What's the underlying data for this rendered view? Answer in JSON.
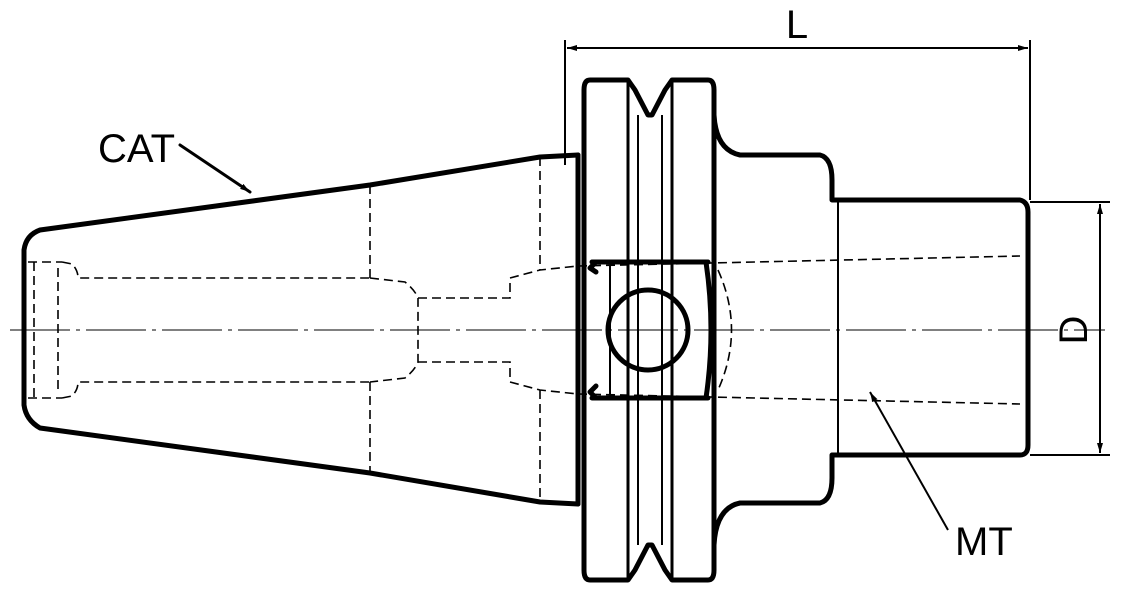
{
  "labels": {
    "cat": "CAT",
    "mt": "MT",
    "length": "L",
    "diameter": "D"
  },
  "colors": {
    "line": "#000000",
    "background": "#ffffff"
  }
}
